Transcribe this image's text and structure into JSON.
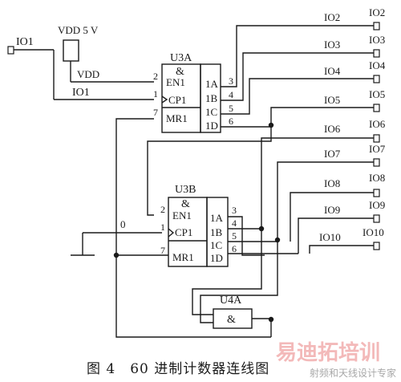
{
  "diagram": {
    "input_io1": "IO1",
    "input_io1_bus": "IO1",
    "vdd_source": "VDD 5 V",
    "vdd_net": "VDD",
    "gnd_net": "0",
    "u3a": {
      "name": "U3A",
      "amp": "&",
      "en": "EN1",
      "cp": "CP1",
      "mr": "MR1",
      "outs": [
        "1A",
        "1B",
        "1C",
        "1D"
      ],
      "pins_in": [
        "2",
        "1",
        "7"
      ],
      "pins_out": [
        "3",
        "4",
        "5",
        "6"
      ]
    },
    "u3b": {
      "name": "U3B",
      "amp": "&",
      "en": "EN1",
      "cp": "CP1",
      "mr": "MR1",
      "outs": [
        "1A",
        "1B",
        "1C",
        "1D"
      ],
      "pins_in": [
        "2",
        "1",
        "7"
      ],
      "pins_out": [
        "3",
        "4",
        "5",
        "6"
      ]
    },
    "u4a": {
      "name": "U4A",
      "amp": "&"
    },
    "outputs": [
      {
        "label": "IO2",
        "term": "IO2"
      },
      {
        "label": "IO3",
        "term": "IO3"
      },
      {
        "label": "IO4",
        "term": "IO4"
      },
      {
        "label": "IO5",
        "term": "IO5"
      },
      {
        "label": "IO6",
        "term": "IO6"
      },
      {
        "label": "IO7",
        "term": "IO7"
      },
      {
        "label": "IO8",
        "term": "IO8"
      },
      {
        "label": "IO9",
        "term": "IO9"
      },
      {
        "label": "IO10",
        "term": "IO10"
      }
    ]
  },
  "caption": "图 4　60 进制计数器连线图",
  "watermark": {
    "main": "易迪拓培训",
    "sub": "射频和天线设计专家"
  }
}
